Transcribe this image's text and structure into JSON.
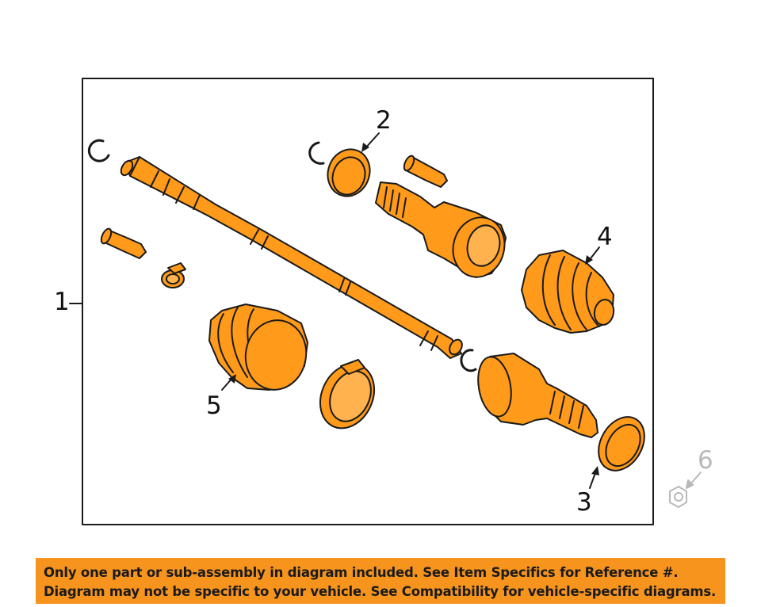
{
  "diagram": {
    "part_fill": "#ff9a1a",
    "part_stroke": "#1a1a1a",
    "frame_stroke": "#1a1a1a",
    "ghost_color": "#b9b9b9",
    "callouts": {
      "axle_assembly": "1",
      "inner_ring": "2",
      "outer_ring": "3",
      "inner_boot": "4",
      "outer_boot": "5",
      "hub_nut": "6"
    }
  },
  "disclaimer": {
    "background": "#f7941e",
    "line1": "Only one part or sub-assembly in diagram included. See Item Specifics for Reference #.",
    "line2": "Diagram may not be specific to your vehicle. See Compatibility for vehicle-specific diagrams."
  }
}
